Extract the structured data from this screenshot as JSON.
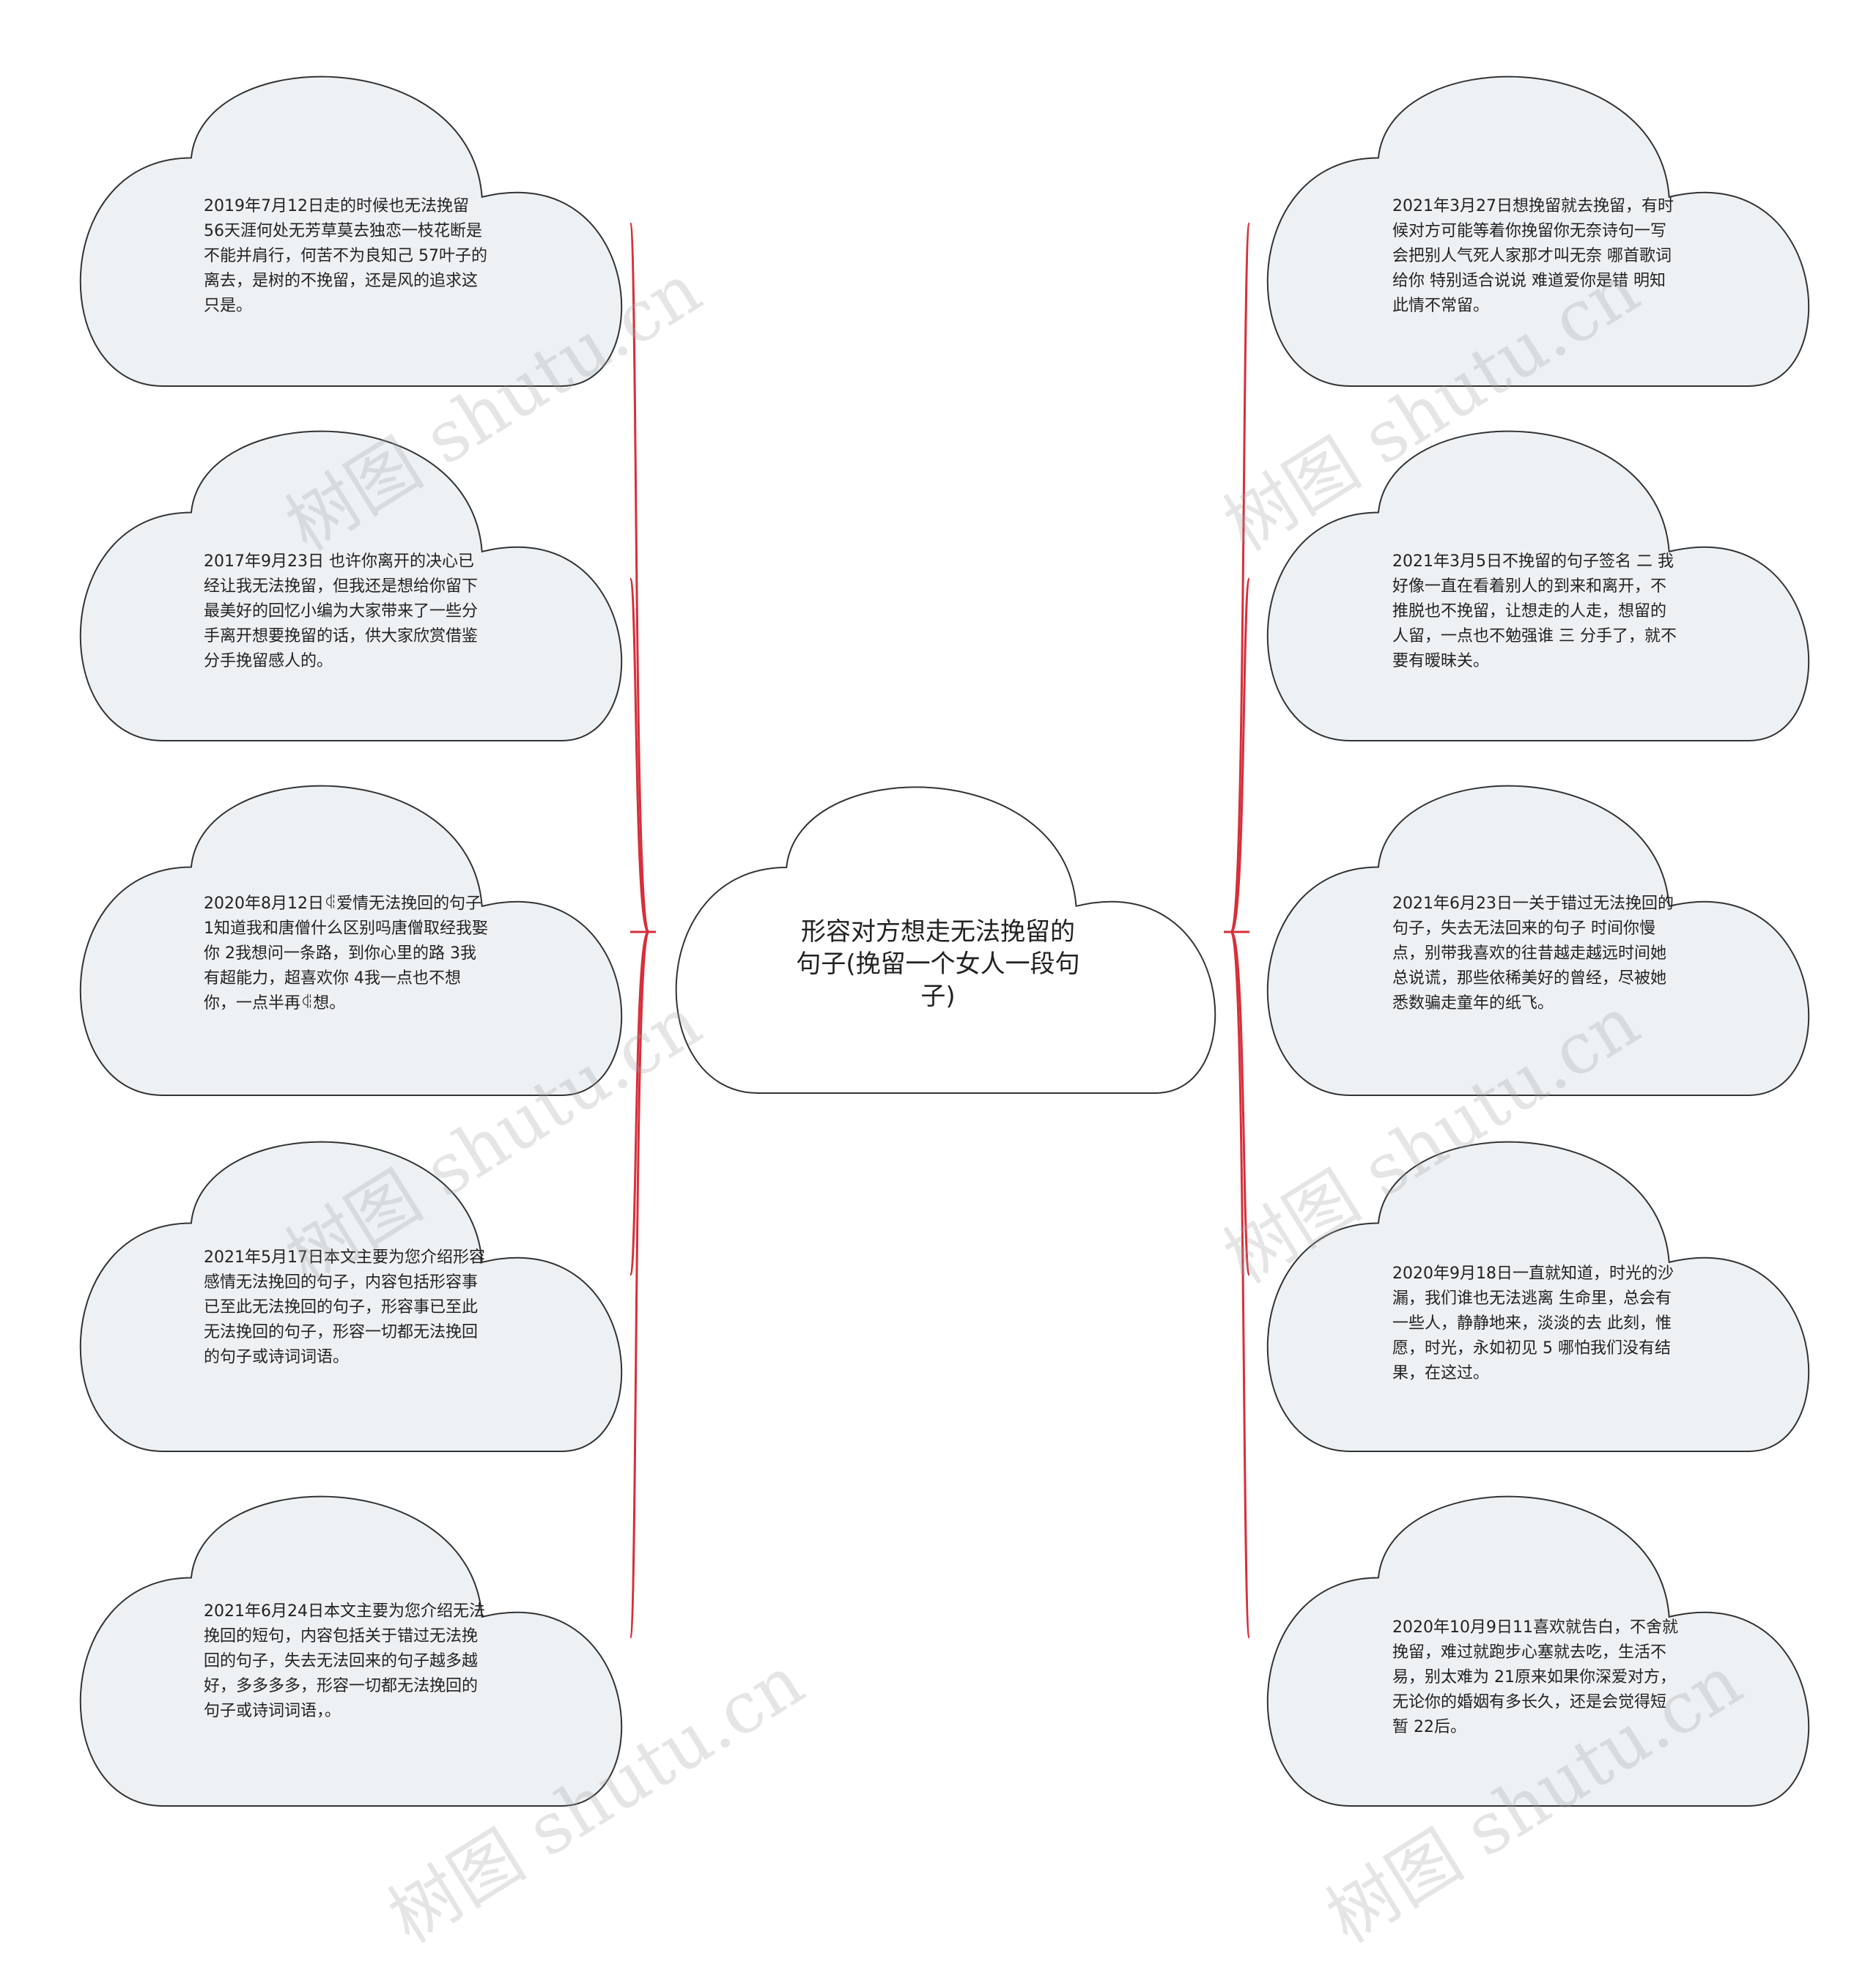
{
  "colors": {
    "cloud_fill": "#eef1f4",
    "cloud_stroke": "#333333",
    "center_fill": "#ffffff",
    "connector": "#d62f3a"
  },
  "center": {
    "title": "形容对方想走无法挽留的句子(挽留一个女人一段句子)"
  },
  "left_nodes": [
    "2019年7月12日走的时候也无法挽留 56天涯何处无芳草莫去独恋一枝花断是不能并肩行，何苦不为良知己 57叶子的离去，是树的不挽留，还是风的追求这只是。",
    "2017年9月23日 也许你离开的决心已经让我无法挽留，但我还是想给你留下最美好的回忆小编为大家带来了一些分手离开想要挽留的话，供大家欣赏借鉴 分手挽留感人的。",
    "2020年8月12日ꆠ爱情无法挽回的句子 1知道我和唐僧什么区别吗唐僧取经我娶你 2我想问一条路，到你心里的路 3我有超能力，超喜欢你 4我一点也不想你，一点半再ꆠ想。",
    "2021年5月17日本文主要为您介绍形容感情无法挽回的句子，内容包括形容事已至此无法挽回的句子，形容事已至此无法挽回的句子，形容一切都无法挽回的句子或诗词词语。",
    "2021年6月24日本文主要为您介绍无法挽回的短句，内容包括关于错过无法挽回的句子，失去无法回来的句子越多越好，多多多多，形容一切都无法挽回的句子或诗词词语，。"
  ],
  "right_nodes": [
    "2021年3月27日想挽留就去挽留，有时候对方可能等着你挽留你无奈诗句一写会把别人气死人家那才叫无奈 哪首歌词 给你 特别适合说说 难道爱你是错 明知此情不常留。",
    "2021年3月5日不挽留的句子签名 二 我好像一直在看着别人的到来和离开，不推脱也不挽留，让想走的人走，想留的人留，一点也不勉强谁 三 分手了，就不要有暧昧关。",
    "2021年6月23日一关于错过无法挽回的句子，失去无法回来的句子 时间你慢点，别带我喜欢的往昔越走越远时间她总说谎，那些依稀美好的曾经，尽被她悉数骗走童年的纸飞。",
    "2020年9月18日一直就知道，时光的沙漏，我们谁也无法逃离 生命里，总会有一些人，静静地来，淡淡的去 此刻，惟愿，时光，永如初见 5 哪怕我们没有结果，在这过。",
    "2020年10月9日11喜欢就告白，不舍就挽留，难过就跑步心塞就去吃，生活不易，别太难为 21原来如果你深爱对方，无论你的婚姻有多长久，还是会觉得短暂 22后。"
  ],
  "watermark_text": "树图 shutu.cn"
}
